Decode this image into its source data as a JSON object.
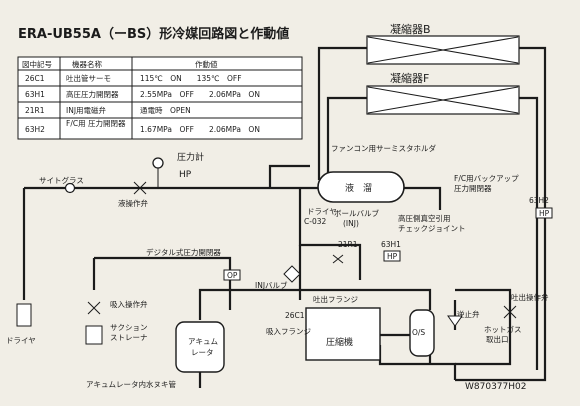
{
  "title": "ERA-UB55A（ーBS）形冷媒回路図と作動値",
  "table": {
    "headers": [
      "図中記号",
      "機器名称",
      "作動値"
    ],
    "rows": [
      [
        "26C1",
        "吐出管サーモ",
        "115℃　ON　　135℃　OFF"
      ],
      [
        "63H1",
        "高圧圧力開閉器",
        "2.55MPa　OFF　　2.06MPa　ON"
      ],
      [
        "21R1",
        "INJ用電磁弁",
        "通電時　OPEN"
      ],
      [
        "63H2",
        "F/C用\n圧力開閉器",
        "1.67MPa　OFF　　2.06MPa　ON"
      ]
    ]
  },
  "labels": {
    "condenser_b": "凝縮器B",
    "condenser_f": "凝縮器F",
    "fan_thermistor": "ファンコン用サーミスタホルダ",
    "pressure_gauge": "圧力計",
    "hp": "HP",
    "sight_glass": "サイトグラス",
    "liquid_valve": "液操作弁",
    "receiver": "液　溜",
    "drier_c032": "ドライヤ",
    "drier_code": "C-032",
    "ball_valve": "ボールバルブ",
    "inj": "(INJ)",
    "high_side_check": "高圧側真空引用",
    "check_joint": "チェックジョイント",
    "fc_backup": "F/C用バックアップ",
    "fc_backup_switch": "圧力開閉器",
    "r21": "21R1",
    "h63_1": "63H1",
    "h63_2": "63H2",
    "hp_small": "HP",
    "digital_switch": "デジタル式圧力開閉器",
    "op": "OP",
    "inj_valve": "INJバルブ",
    "suction_valve": "吸入操作弁",
    "suction_strainer_1": "サクション",
    "suction_strainer_2": "ストレーナ",
    "drier": "ドライヤ",
    "accumulator_1": "アキュム",
    "accumulator_2": "レータ",
    "c26": "26C1",
    "discharge_flange": "吐出フランジ",
    "suction_flange": "吸入フランジ",
    "compressor": "圧縮機",
    "os": "O/S",
    "check_valve": "逆止弁",
    "discharge_valve": "吐出操作弁",
    "hot_gas_1": "ホットガス",
    "hot_gas_2": "取出口",
    "accumulator_drain": "アキュムレータ内水ヌキ管",
    "code": "W870377H02"
  }
}
